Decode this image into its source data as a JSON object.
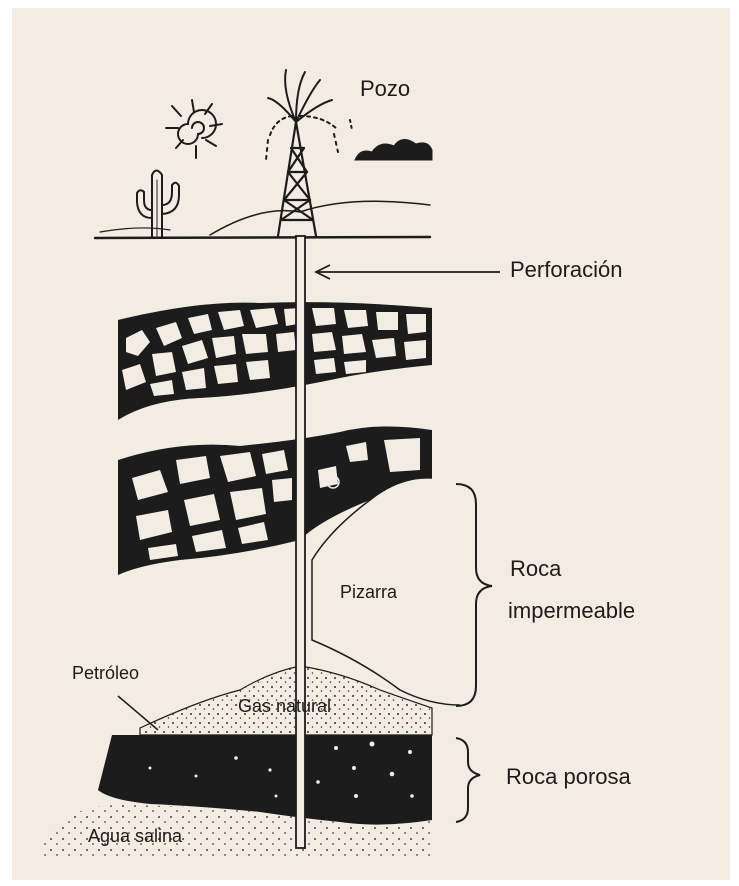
{
  "labels": {
    "well": "Pozo",
    "drilling": "Perforación",
    "shale": "Pizarra",
    "impermeable_rock_line1": "Roca",
    "impermeable_rock_line2": "impermeable",
    "oil": "Petróleo",
    "natural_gas": "Gas natural",
    "porous_rock": "Roca porosa",
    "salt_water": "Agua salina"
  },
  "colors": {
    "paper": "#f3ece2",
    "ink": "#1c1c1c"
  }
}
